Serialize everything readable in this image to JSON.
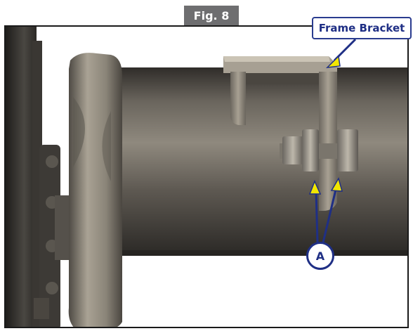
{
  "figure": {
    "label": "Fig. 8"
  },
  "callouts": {
    "frame_bracket": "Frame Bracket",
    "a": "A"
  },
  "colors": {
    "callout_blue": "#1f2f85",
    "arrow_yellow": "#f2e600",
    "fig_tab_gray": "#6e6e70",
    "metal_dark": "#3d3a36",
    "metal_mid": "#6b665e",
    "metal_light": "#a39c8f"
  }
}
